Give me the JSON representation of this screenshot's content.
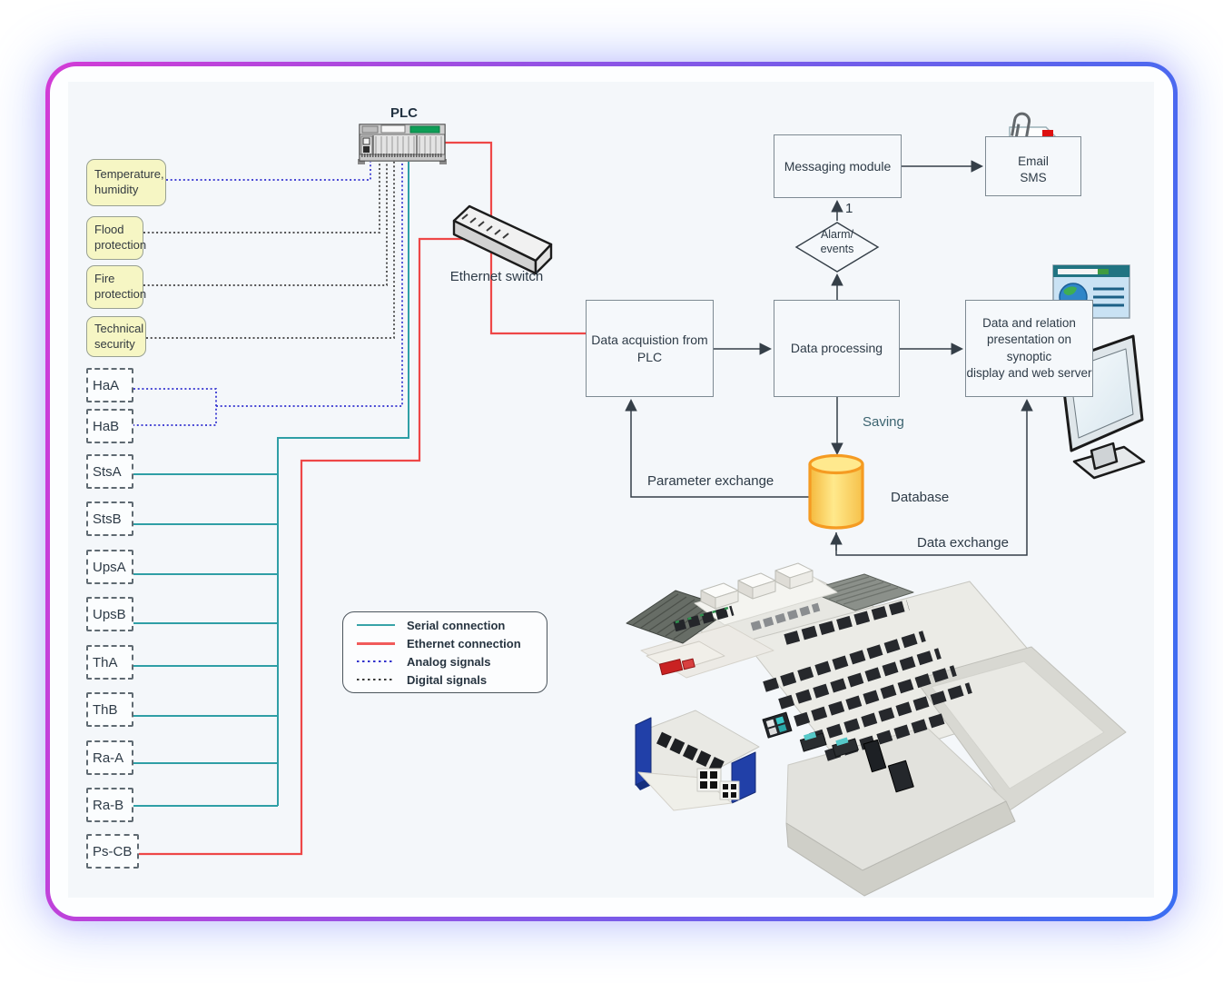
{
  "plc": {
    "label": "PLC"
  },
  "ethernet_switch": {
    "label": "Ethernet switch"
  },
  "input_groups": [
    {
      "label": "Temperature,\nhumidity",
      "signal": "analog"
    },
    {
      "label": "Flood\nprotection",
      "signal": "digital"
    },
    {
      "label": "Fire\nprotection",
      "signal": "digital"
    },
    {
      "label": "Technical\nsecurity",
      "signal": "digital"
    }
  ],
  "devices": [
    "HaA",
    "HaB",
    "StsA",
    "StsB",
    "UpsA",
    "UpsB",
    "ThA",
    "ThB",
    "Ra-A",
    "Ra-B",
    "Ps-CB"
  ],
  "flow": {
    "data_acquisition": "Data acquistion from\nPLC",
    "data_processing": "Data processing",
    "messaging_module": "Messaging module",
    "email_sms": "Email\nSMS",
    "presentation": "Data and relation\npresentation on synoptic\ndisplay and web server",
    "alarm_events": "Alarm/\nevents",
    "branch_label": "1"
  },
  "labels": {
    "saving": "Saving",
    "parameter_exchange": "Parameter exchange",
    "database": "Database",
    "data_exchange": "Data exchange"
  },
  "legend": {
    "items": [
      {
        "label": "Serial connection",
        "color": "#38a3a8",
        "style": "solid"
      },
      {
        "label": "Ethernet connection",
        "color": "#f15b5b",
        "style": "solid"
      },
      {
        "label": "Analog signals",
        "color": "#3232cc",
        "style": "dotted"
      },
      {
        "label": "Digital signals",
        "color": "#3a3a3a",
        "style": "dotted"
      }
    ]
  },
  "colors": {
    "serial_line": "#2f9fa6",
    "ethernet_line": "#ee4747",
    "analog_line": "#3030cf",
    "digital_line": "#3c3c3c",
    "frame_gradient_left": "#d23bd6",
    "frame_gradient_right": "#3b6ef2",
    "database_fill": "#fdd45a",
    "database_border": "#f59b22",
    "diagram_text": "#2e3b47"
  }
}
